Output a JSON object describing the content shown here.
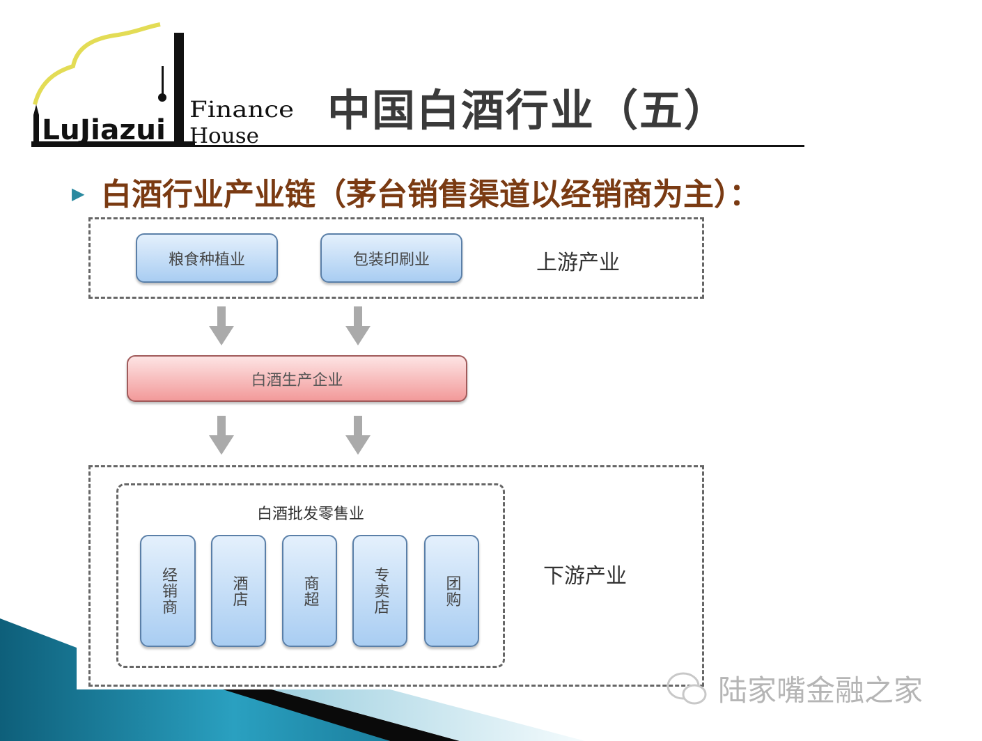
{
  "logo": {
    "text_line1": "Finance",
    "text_line2": "House",
    "skyline_text": "LuJiazui"
  },
  "title": "中国白酒行业（五）",
  "subtitle": "白酒行业产业链（茅台销售渠道以经销商为主）：",
  "upstream": {
    "label": "上游产业",
    "boxes": [
      "粮食种植业",
      "包装印刷业"
    ]
  },
  "producer": "白酒生产企业",
  "downstream": {
    "label": "下游产业",
    "group_title": "白酒批发零售业",
    "channels": [
      "经销商",
      "酒店",
      "商超",
      "专卖店",
      "团购"
    ]
  },
  "watermark": "陆家嘴金融之家",
  "colors": {
    "accent": "#2a8aa0",
    "subtitle": "#7a3a12",
    "box_blue": "#a9cdf2",
    "box_red": "#f29a9a"
  }
}
